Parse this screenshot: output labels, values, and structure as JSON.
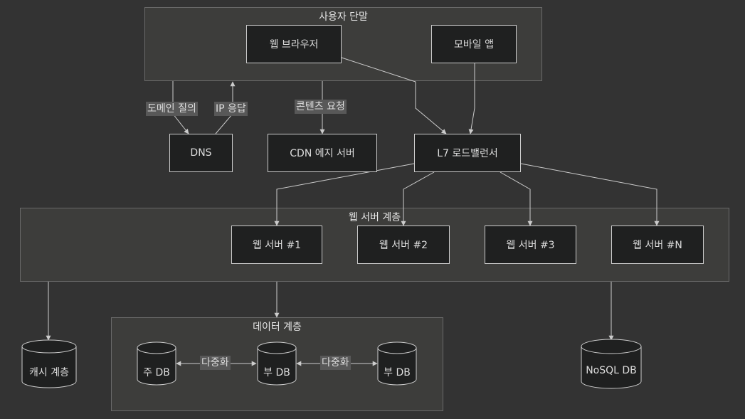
{
  "diagram": {
    "clusters": {
      "user_device": "사용자 단말",
      "web_tier": "웹 서버 계층",
      "data_tier": "데이터 계층"
    },
    "nodes": {
      "web_browser": "웹 브라우저",
      "mobile_app": "모바일 앱",
      "dns": "DNS",
      "cdn": "CDN 에지 서버",
      "load_balancer": "L7 로드밸런서",
      "web_server_1": "웹 서버 #1",
      "web_server_2": "웹 서버 #2",
      "web_server_3": "웹 서버 #3",
      "web_server_n": "웹 서버 #N",
      "cache_tier": "캐시 계층",
      "primary_db": "주 DB",
      "replica_db_1": "부 DB",
      "replica_db_2": "부 DB",
      "nosql_db": "NoSQL DB"
    },
    "edge_labels": {
      "domain_query": "도메인 질의",
      "ip_response": "IP 응답",
      "content_request": "콘텐츠 요청",
      "replication_1": "다중화",
      "replication_2": "다중화"
    },
    "colors": {
      "background": "#333333",
      "cluster_fill": "#3d3d3b",
      "node_fill": "#1f2020",
      "line": "#cccccc",
      "text": "#dddddd"
    }
  }
}
